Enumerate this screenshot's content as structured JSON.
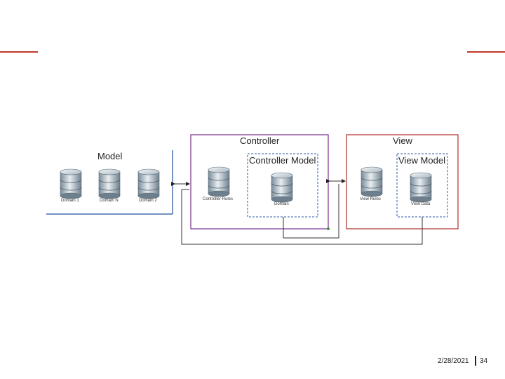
{
  "colors": {
    "accent": "#c0392b",
    "model_border": "#1f4e9c",
    "controller_border": "#7a2d8e",
    "view_border": "#b0302f",
    "inner_dashed_border": "#2e5aa8",
    "connector": "#333333"
  },
  "model": {
    "title": "Model",
    "databases": [
      "Domain 1",
      "Domain N",
      "Domain 2"
    ]
  },
  "controller": {
    "title": "Controller",
    "rules_label": "Controller Rules",
    "inner": {
      "title": "Controller Model",
      "db_label": "Domain"
    }
  },
  "view": {
    "title": "View",
    "rules_label": "View Rules",
    "inner": {
      "title": "View Model",
      "db_label": "View Data"
    }
  },
  "footer": {
    "date": "2/28/2021",
    "page": "34"
  }
}
